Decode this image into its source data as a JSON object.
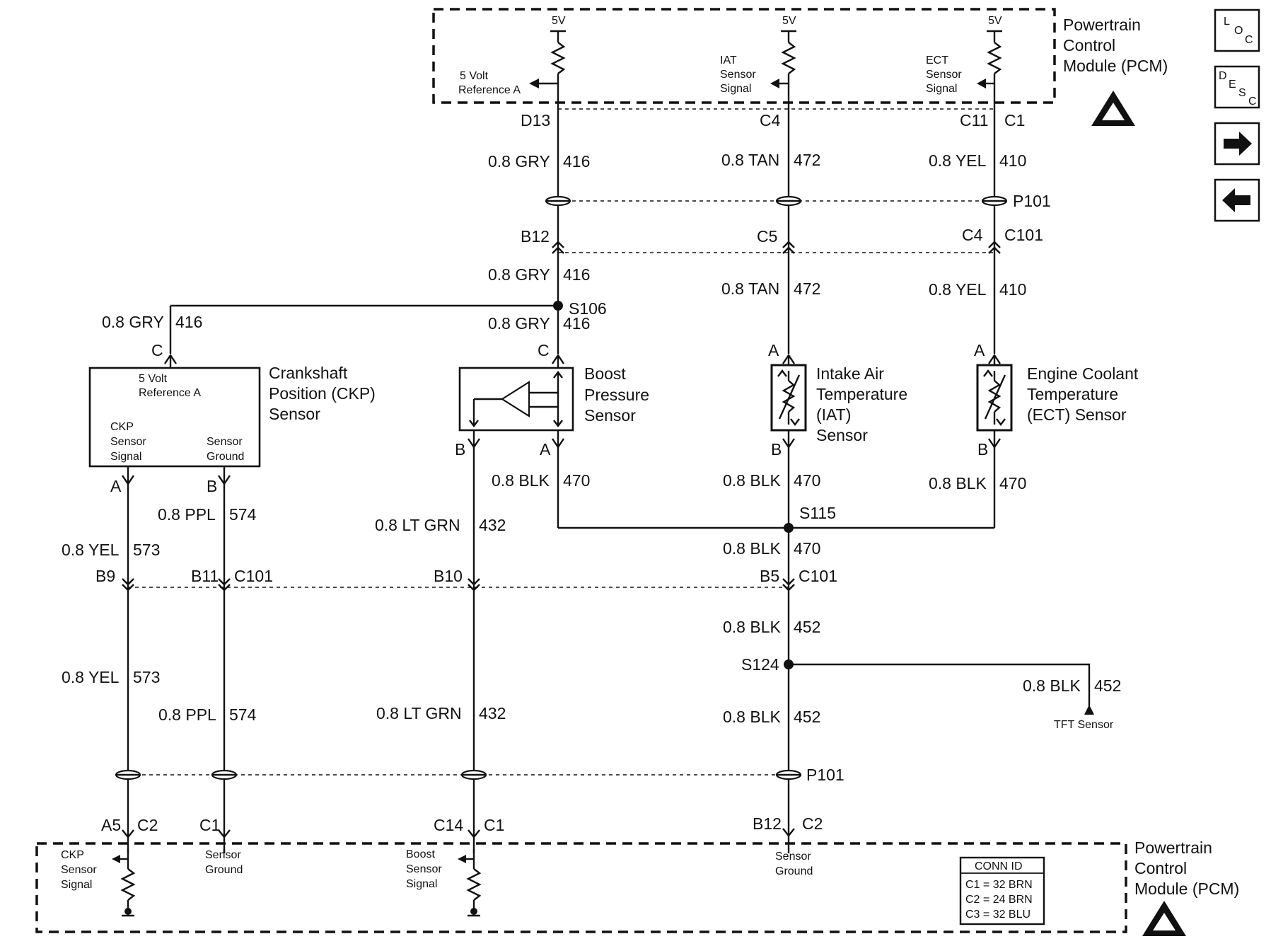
{
  "modules": {
    "pcm_top": [
      "Powertrain",
      "Control",
      "Module (PCM)"
    ],
    "pcm_bottom": [
      "Powertrain",
      "Control",
      "Module (PCM)"
    ]
  },
  "pcm_top_circuits": {
    "five_v": "5V",
    "ref_a": [
      "5 Volt",
      "Reference A"
    ],
    "iat_signal": [
      "IAT",
      "Sensor",
      "Signal"
    ],
    "ect_signal": [
      "ECT",
      "Sensor",
      "Signal"
    ]
  },
  "connectors": {
    "d13": "D13",
    "c4": "C4",
    "c11": "C11",
    "c1": "C1",
    "b12": "B12",
    "c5": "C5",
    "c4b": "C4",
    "c101": "C101",
    "p101": "P101",
    "b9": "B9",
    "b11": "B11",
    "b10": "B10",
    "b5": "B5",
    "a5": "A5",
    "c2": "C2",
    "c1b": "C1",
    "c14": "C14",
    "c1c": "C1",
    "b12b": "B12",
    "c2b": "C2"
  },
  "wires": {
    "gry": "0.8 GRY",
    "gry_n": "416",
    "tan": "0.8 TAN",
    "tan_n": "472",
    "yel": "0.8 YEL",
    "yel_n": "410",
    "yel573": "0.8 YEL",
    "yel573_n": "573",
    "ppl": "0.8 PPL",
    "ppl_n": "574",
    "ltgrn": "0.8 LT GRN",
    "ltgrn_n": "432",
    "blk": "0.8 BLK",
    "blk470_n": "470",
    "blk452_n": "452"
  },
  "splices": {
    "s106": "S106",
    "s115": "S115",
    "s124": "S124"
  },
  "pins": {
    "a": "A",
    "b": "B",
    "c": "C"
  },
  "sensors": {
    "ckp": [
      "Crankshaft",
      "Position (CKP)",
      "Sensor"
    ],
    "ckp_inner": {
      "ref": [
        "5 Volt",
        "Reference A"
      ],
      "signal": [
        "CKP",
        "Sensor",
        "Signal"
      ],
      "ground": [
        "Sensor",
        "Ground"
      ]
    },
    "boost": [
      "Boost",
      "Pressure",
      "Sensor"
    ],
    "iat": [
      "Intake Air",
      "Temperature",
      "(IAT)",
      "Sensor"
    ],
    "ect": [
      "Engine Coolant",
      "Temperature",
      "(ECT) Sensor"
    ],
    "tft": "TFT Sensor"
  },
  "pcm_bottom_circuits": {
    "ckp_signal": [
      "CKP",
      "Sensor",
      "Signal"
    ],
    "sensor_ground_1": [
      "Sensor",
      "Ground"
    ],
    "boost_signal": [
      "Boost",
      "Sensor",
      "Signal"
    ],
    "sensor_ground_2": [
      "Sensor",
      "Ground"
    ]
  },
  "conn_id": {
    "title": "CONN ID",
    "rows": [
      "C1 = 32 BRN",
      "C2 = 24 BRN",
      "C3 = 32 BLU"
    ]
  },
  "nav": {
    "loc": [
      "L",
      "O",
      "C"
    ],
    "desc": [
      "D",
      "E",
      "S",
      "C"
    ]
  }
}
